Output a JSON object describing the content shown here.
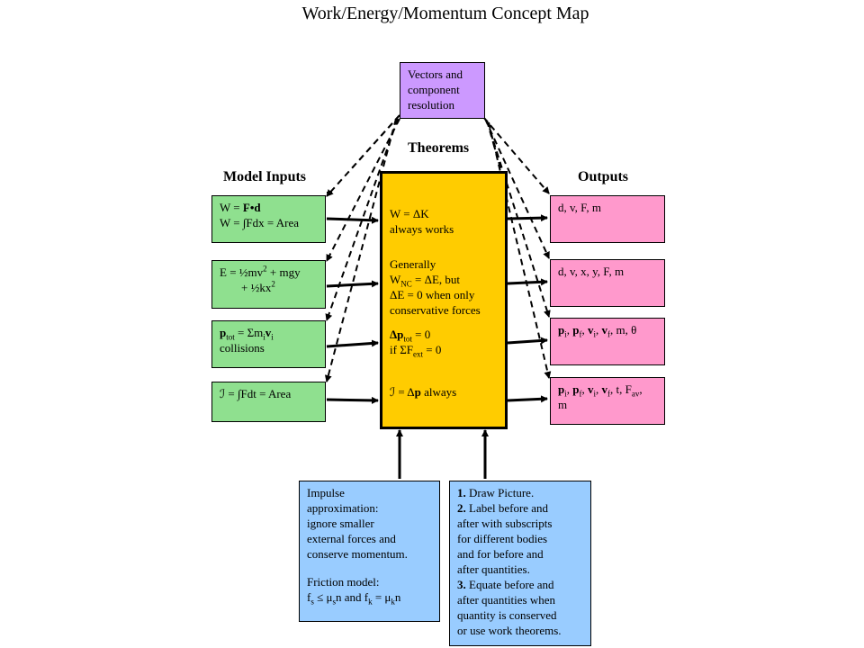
{
  "title": "Work/Energy/Momentum Concept Map",
  "headings": {
    "model_inputs": "Model Inputs",
    "theorems": "Theorems",
    "outputs": "Outputs"
  },
  "vectors": {
    "lines": [
      "Vectors and",
      "component",
      "resolution"
    ]
  },
  "inputs": {
    "work": {
      "line1_pre": "W = ",
      "line1_bold": "F•d",
      "line2": "W = ∫Fdx = Area"
    },
    "energy": {
      "line1_a": "E = ½mv",
      "line1_sup": "2",
      "line1_b": " + mgy",
      "line2_a": "+ ½kx",
      "line2_sup": "2"
    },
    "momentum": {
      "line1_a": "p",
      "line1_sub": "tot",
      "line1_b": " = Σm",
      "line1_sub2": "i",
      "line1_c": "v",
      "line1_sub3": "i",
      "line2": "collisions"
    },
    "impulse": {
      "text": "ℐ = ∫Fdt = Area"
    }
  },
  "theorems": {
    "t1_line1": "W = ΔK",
    "t1_line2": "always works",
    "t2_line1": "Generally",
    "t2_line2_a": "W",
    "t2_line2_sub": "NC",
    "t2_line2_b": " = ΔE, but",
    "t2_line3": "ΔE = 0 when only",
    "t2_line4": "conservative forces",
    "t3_line1_a": "Δp",
    "t3_line1_sub": "tot",
    "t3_line1_b": " = 0",
    "t3_line2_a": "if ΣF",
    "t3_line2_sub": "ext",
    "t3_line2_b": " = 0",
    "t4_a": "ℐ = Δ",
    "t4_bold": "p",
    "t4_b": "  always"
  },
  "outputs": {
    "o1": "d, v, F, m",
    "o2": "d, v, x, y, F, m",
    "o3": {
      "p": "p",
      "i": "i",
      "f": "f",
      "v": "v",
      "tail": ", m, θ"
    },
    "o4": {
      "tail": ", t, F",
      "av": "av",
      "line2": "m"
    }
  },
  "bottom_left": {
    "lines": [
      "Impulse",
      "approximation:",
      "ignore smaller",
      "external forces and",
      "conserve momentum."
    ],
    "friction": "Friction model:",
    "f_s": "f",
    "s_sub": "s",
    "le": " ≤ μ",
    "mu_s_sub": "s",
    "n_and": "n  and  f",
    "k_sub": "k",
    "eq_mu": " = μ",
    "mu_k_sub": "k",
    "n_end": "n"
  },
  "bottom_right": {
    "steps": [
      {
        "num": "1.",
        "text": " Draw Picture."
      },
      {
        "num": "2.",
        "text": " Label before and"
      }
    ],
    "cont": [
      "after with subscripts",
      "for different bodies",
      "and for before and",
      "after quantities."
    ],
    "step3_num": "3.",
    "step3_text": " Equate before and",
    "cont3": [
      "after quantities when",
      "quantity is conserved",
      "or use work theorems."
    ]
  }
}
